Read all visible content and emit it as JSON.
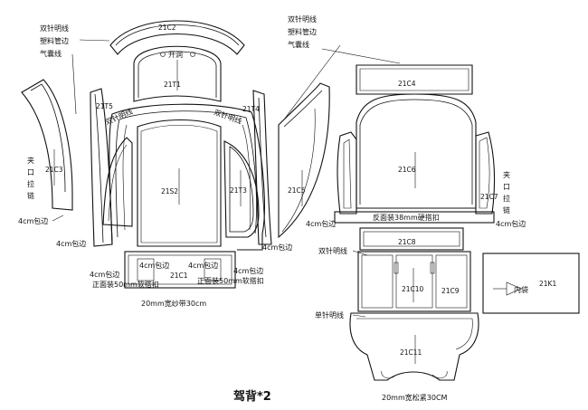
{
  "caption": "驾背*2",
  "pieces": {
    "c2": "21C2",
    "t1": "21T1",
    "t5": "21T5",
    "t4": "21T4",
    "s2": "21S2",
    "t3": "21T3",
    "c3": "21C3",
    "c5": "21C5",
    "c1": "21C1",
    "c4": "21C4",
    "c6": "21C6",
    "c7": "21C7",
    "c8": "21C8",
    "c10": "21C10",
    "c9": "21C9",
    "k1": "21K1",
    "c11": "21C11"
  },
  "labels": {
    "double_stitch_left": "双针明线",
    "plastic_edge_left": "塑料管边",
    "airbag_line_left": "气囊线",
    "double_stitch_right": "双针明线",
    "plastic_edge_right": "塑料管边",
    "airbag_line_right": "气囊线",
    "opening": "开洞",
    "double_stitch_t5": "双针明线",
    "double_stitch_t4": "双针明线",
    "zipper_left": "夹\n口\n拉\n链",
    "zipper_right": "夹\n口\n拉\n链",
    "hem_4cm_a": "4cm包边",
    "hem_4cm_b": "4cm包边",
    "hem_4cm_c": "4cm包边",
    "hem_4cm_d": "4cm包边",
    "hem_4cm_e": "4cm包边",
    "hem_4cm_f": "4cm包边",
    "hem_4cm_g": "4cm包边",
    "hem_4cm_h": "4cm包边",
    "velcro_front_left": "正面装50mm软搭扣",
    "velcro_front_right": "正面装50mm软搭扣",
    "strap_20mm": "20mm宽纱带30cm",
    "velcro_back_38": "反面装38mm硬搭扣",
    "double_stitch_mid": "双针明线",
    "single_stitch": "单针明线",
    "inner_pocket": "内袋",
    "elastic_20mm": "20mm宽松紧30CM"
  }
}
